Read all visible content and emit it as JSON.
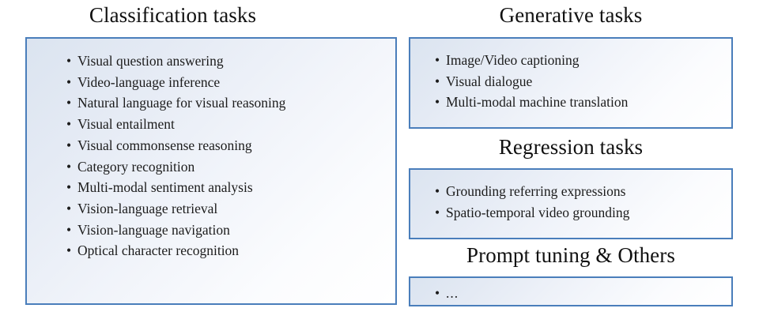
{
  "sections": [
    {
      "id": "classification",
      "heading": "Classification tasks",
      "bullet_glyph": "•",
      "items": [
        "Visual question answering",
        "Video-language inference",
        "Natural language for visual reasoning",
        "Visual entailment",
        "Visual commonsense reasoning",
        "Category recognition",
        "Multi-modal sentiment analysis",
        "Vision-language retrieval",
        "Vision-language navigation",
        "Optical character recognition"
      ]
    },
    {
      "id": "generative",
      "heading": "Generative tasks",
      "bullet_glyph": "•",
      "items": [
        "Image/Video captioning",
        "Visual dialogue",
        "Multi-modal machine translation"
      ]
    },
    {
      "id": "regression",
      "heading": "Regression tasks",
      "bullet_glyph": "•",
      "items": [
        "Grounding referring expressions",
        "Spatio-temporal video grounding"
      ]
    },
    {
      "id": "prompt",
      "heading": "Prompt tuning & Others",
      "bullet_glyph": "•",
      "items": [
        "..."
      ]
    }
  ],
  "colors": {
    "box_border": "#4a7ebb",
    "box_fill_start": "#dbe4f0",
    "box_fill_end": "#ffffff",
    "text": "#1c1c1c",
    "heading_text": "#111111",
    "background": "#ffffff"
  }
}
